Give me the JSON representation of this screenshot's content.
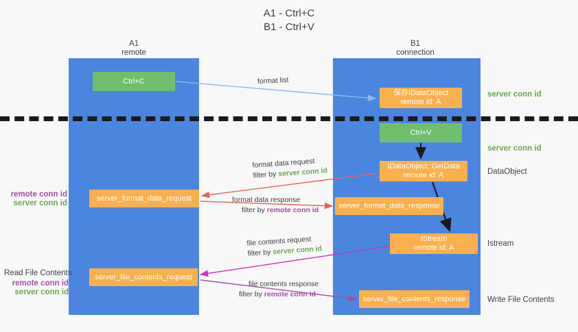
{
  "title": {
    "line1": "A1 - Ctrl+C",
    "line2": "B1 - Ctrl+V"
  },
  "colors": {
    "lane": "#4a86e0",
    "green_node": "#71bf6d",
    "orange_node": "#fbb04e",
    "server_conn": "#6aa84f",
    "remote_conn": "#a64ca6",
    "arrow_lightblue": "#8cb9e8",
    "arrow_red": "#e8645a",
    "arrow_magenta": "#cc33bb",
    "arrow_purple": "#a64ca6",
    "arrow_black": "#1a1a1a",
    "background": "#f8f8f8"
  },
  "columns": {
    "left": {
      "name": "A1",
      "role": "remote"
    },
    "right": {
      "name": "B1",
      "role": "connection"
    }
  },
  "nodes": {
    "ctrl_c": "Ctrl+C",
    "save_dataobject_l1": "保存IDataObject",
    "save_dataobject_l2": "remote id: A",
    "ctrl_v": "Ctrl+V",
    "getdata_l1": "IDataObject::GetData",
    "getdata_l2": "remote id: A",
    "format_data_request": "server_format_data_request",
    "format_data_response": "server_format_data_response",
    "istream_l1": "IStream",
    "istream_l2": "remote id: A",
    "file_contents_request": "server_file_contents_request",
    "file_contents_response": "server_file_contents_response"
  },
  "edge_labels": {
    "format_list": "format list",
    "format_data_request": "format data request",
    "format_data_request_filter_prefix": "filter by ",
    "format_data_request_filter_value": "server conn id",
    "format_data_response": "format data response",
    "format_data_response_filter_prefix": "filter by ",
    "format_data_response_filter_value": "remote conn id",
    "file_contents_request": "file contents request",
    "file_contents_request_filter_prefix": "filter by ",
    "file_contents_request_filter_value": "server conn id",
    "file_contents_response": "file contents response",
    "file_contents_response_filter_prefix": "filter by ",
    "file_contents_response_filter_value": "remote conn id"
  },
  "right_labels": {
    "server_conn_top": "server conn id",
    "server_conn_mid": "server conn id",
    "dataobject": "DataObject",
    "istream": "Istream",
    "write_file_contents": "Write File Contents"
  },
  "left_labels": {
    "remote_conn_1": "remote conn id",
    "server_conn_1": "server conn id",
    "read_file_contents": "Read File Contents",
    "remote_conn_2": "remote conn id",
    "server_conn_2": "server conn id"
  }
}
